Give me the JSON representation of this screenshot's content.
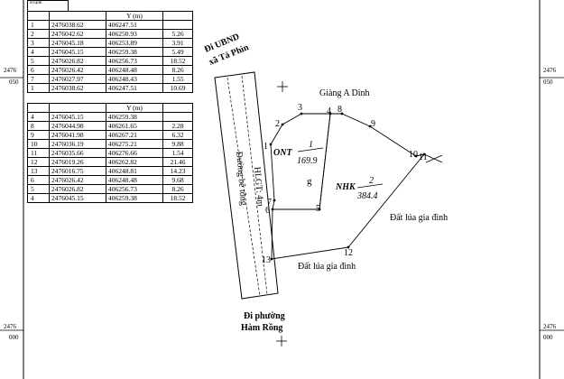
{
  "table_header_fragment": "đ/cạnh",
  "table1": {
    "header": "Y (m)",
    "rows": [
      {
        "pt": "1",
        "x": "2476038.62",
        "y": "406247.51",
        "d": ""
      },
      {
        "pt": "2",
        "x": "2476042.62",
        "y": "406250.93",
        "d": "5.26"
      },
      {
        "pt": "3",
        "x": "2476045.18",
        "y": "406253.89",
        "d": "3.91"
      },
      {
        "pt": "4",
        "x": "2476045.15",
        "y": "406259.38",
        "d": "5.49"
      },
      {
        "pt": "5",
        "x": "2476026.82",
        "y": "406256.73",
        "d": "18.52"
      },
      {
        "pt": "6",
        "x": "2476026.42",
        "y": "406248.48",
        "d": "8.26"
      },
      {
        "pt": "7",
        "x": "2476027.97",
        "y": "406248.43",
        "d": "1.55"
      },
      {
        "pt": "1",
        "x": "2476038.62",
        "y": "406247.51",
        "d": "10.69"
      }
    ]
  },
  "table2": {
    "header": "Y (m)",
    "rows": [
      {
        "pt": "4",
        "x": "2476045.15",
        "y": "406259.38",
        "d": ""
      },
      {
        "pt": "8",
        "x": "2476044.98",
        "y": "406261.65",
        "d": "2.28"
      },
      {
        "pt": "9",
        "x": "2476041.98",
        "y": "406267.21",
        "d": "6.32"
      },
      {
        "pt": "10",
        "x": "2476036.19",
        "y": "406275.21",
        "d": "9.88"
      },
      {
        "pt": "11",
        "x": "2476035.66",
        "y": "406276.66",
        "d": "1.54"
      },
      {
        "pt": "12",
        "x": "2476019.26",
        "y": "406262.82",
        "d": "21.46"
      },
      {
        "pt": "13",
        "x": "2476016.75",
        "y": "406248.81",
        "d": "14.23"
      },
      {
        "pt": "6",
        "x": "2476026.42",
        "y": "406248.48",
        "d": "9.68"
      },
      {
        "pt": "5",
        "x": "2476026.82",
        "y": "406256.73",
        "d": "8.26"
      },
      {
        "pt": "4",
        "x": "2476045.15",
        "y": "406259.38",
        "d": "18.52"
      }
    ]
  },
  "grid_labels": {
    "left_top": [
      "2476",
      "050"
    ],
    "left_bottom": [
      "2476",
      "000"
    ],
    "right_top": [
      "2476",
      "050"
    ],
    "right_bottom": [
      "2476",
      "000"
    ]
  },
  "map": {
    "road_top_label": [
      "Đi UBND",
      "xã Tả Phìn"
    ],
    "road_bottom_label": [
      "Đi phường",
      "Hàm Rồng"
    ],
    "road_name": "Đường bê tông",
    "road_width": "HLGT: 4m",
    "neighbor_north": "Giàng A Dình",
    "neighbor_east": "Đất lúa gia đình",
    "neighbor_south": "Đất lúa gia đình",
    "parcel1": {
      "type": "ONT",
      "number": "1",
      "area": "169.9",
      "mark": "g"
    },
    "parcel2": {
      "type": "NHK",
      "number": "2",
      "area": "384.4"
    },
    "vertices": [
      {
        "label": "1"
      },
      {
        "label": "2"
      },
      {
        "label": "3"
      },
      {
        "label": "4"
      },
      {
        "label": "5"
      },
      {
        "label": "6"
      },
      {
        "label": "7"
      },
      {
        "label": "8"
      },
      {
        "label": "9"
      },
      {
        "label": "10"
      },
      {
        "label": "11"
      },
      {
        "label": "12"
      },
      {
        "label": "13"
      }
    ]
  },
  "colors": {
    "line": "#000000",
    "background": "#ffffff"
  }
}
